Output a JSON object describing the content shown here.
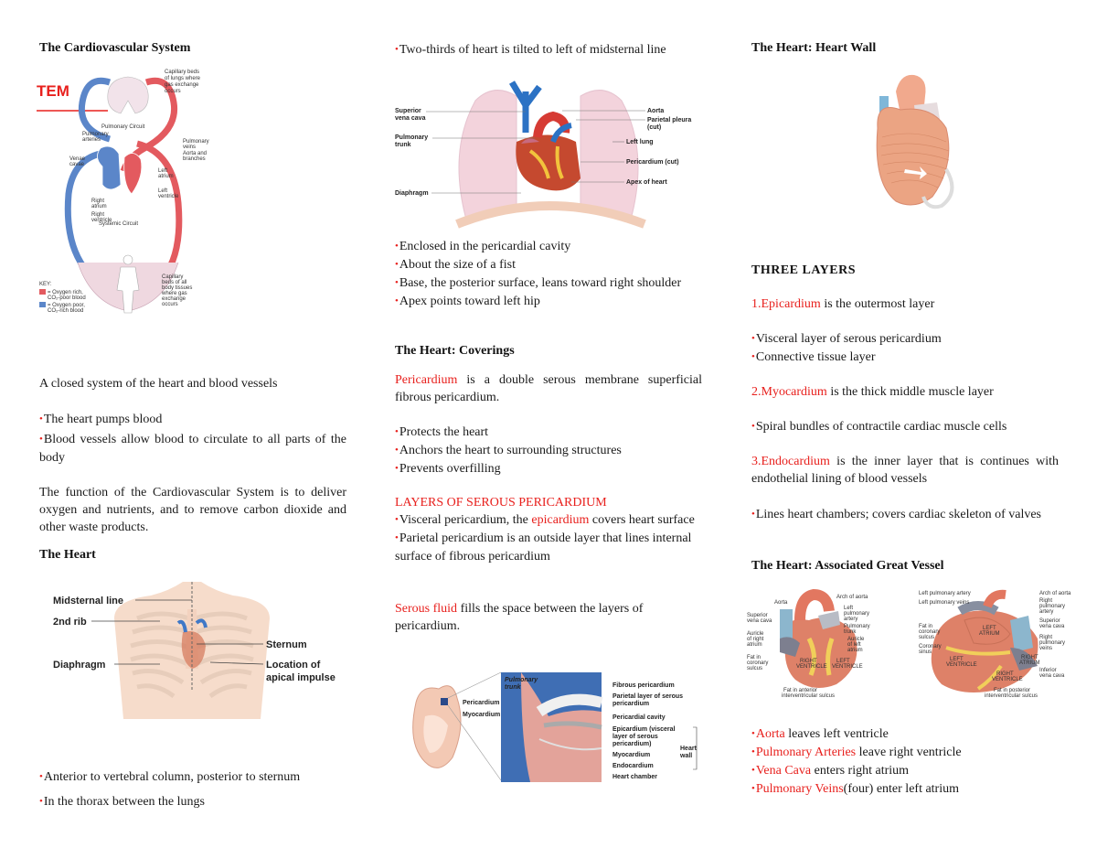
{
  "colors": {
    "accent_red": "#e8201d",
    "text": "#1a1a1a",
    "oxygen_rich": "#e35a5f",
    "oxygen_poor": "#5b86c9"
  },
  "col1": {
    "title": "The Cardiovascular System",
    "figure1": {
      "overlay_text": "TEM",
      "labels": [
        "Capillary beds of lungs where gas exchange occurs",
        "Pulmonary Circuit",
        "Pulmonary arteries",
        "Pulmonary veins",
        "Aorta and branches",
        "Venae cavae",
        "Left atrium",
        "Left ventricle",
        "Right atrium",
        "Right ventricle",
        "Systemic Circuit",
        "Capillary beds of all body tissues where gas exchange occurs"
      ],
      "key_title": "KEY:",
      "key_items": [
        "= Oxygen rich, CO₂-poor blood",
        "= Oxygen poor, CO₂-rich blood"
      ]
    },
    "intro": "A closed system of the heart and blood vessels",
    "bullets1": [
      "The heart pumps blood",
      "Blood vessels allow blood to circulate to all parts of the body"
    ],
    "function_para": "The function of the Cardiovascular System is to deliver oxygen and nutrients, and to remove carbon dioxide and other waste products.",
    "heart_title": "The Heart",
    "figure2": {
      "labels": [
        "Midsternal line",
        "2nd rib",
        "Sternum",
        "Diaphragm",
        "Location of",
        "apical impulse"
      ]
    },
    "bullets2": [
      "Anterior to vertebral column, posterior to sternum",
      "In the thorax between the lungs"
    ]
  },
  "col2": {
    "bullet_top": "Two-thirds of heart is tilted to left of midsternal line",
    "figure3": {
      "labels_left": [
        "Superior",
        "vena cava",
        "Pulmonary",
        "trunk",
        "Diaphragm"
      ],
      "labels_right": [
        "Aorta",
        "Parietal pleura",
        "(cut)",
        "Left lung",
        "Pericardium (cut)",
        "Apex of heart"
      ]
    },
    "bullets1": [
      "Enclosed in the pericardial cavity",
      "About the size of a fist",
      "Base, the posterior surface, leans toward right shoulder",
      "Apex points toward left hip"
    ],
    "coverings_title": "The Heart: Coverings",
    "coverings_term": "Pericardium",
    "coverings_rest": " is a double serous membrane superficial fibrous pericardium.",
    "bullets2": [
      "Protects the heart",
      "Anchors the heart to surrounding structures",
      "Prevents overfilling"
    ],
    "layers_title": "LAYERS OF SEROUS PERICARDIUM",
    "layers_b1_pre": "Visceral pericardium, the ",
    "layers_b1_term": "epicardium",
    "layers_b1_post": " covers heart surface",
    "layers_b2": "Parietal pericardium is an outside layer that lines internal surface of fibrous pericardium",
    "serous_term": "Serous fluid",
    "serous_rest": " fills the space between the layers of pericardium.",
    "figure4": {
      "left_labels": [
        "Pericardium",
        "Myocardium"
      ],
      "inset_label": [
        "Pulmonary",
        "trunk"
      ],
      "right_labels": [
        "Fibrous pericardium",
        "Parietal layer of serous",
        "pericardium",
        "Pericardial cavity",
        "Epicardium (visceral",
        "layer of serous",
        "pericardium)",
        "Myocardium",
        "Endocardium",
        "Heart chamber"
      ],
      "bracket_label": [
        "Heart",
        "wall"
      ]
    }
  },
  "col3": {
    "wall_title": "The Heart: Heart Wall",
    "three_layers_title": "THREE LAYERS",
    "layer1_term": "1.Epicardium",
    "layer1_rest": " is the outermost layer",
    "layer1_bullets": [
      "Visceral layer of serous pericardium",
      "Connective tissue layer"
    ],
    "layer2_term": "2.Myocardium",
    "layer2_rest": " is the thick middle muscle layer",
    "layer2_bullets": [
      "Spiral bundles of contractile cardiac muscle cells"
    ],
    "layer3_term": "3.Endocardium",
    "layer3_rest": " is the inner layer that is continues with endothelial lining of blood vessels",
    "layer3_bullets": [
      "Lines heart chambers; covers cardiac skeleton of valves"
    ],
    "vessels_title": "The Heart: Associated Great Vessel",
    "figure6": {
      "anterior_labels": [
        "Aorta",
        "Arch of aorta",
        "Superior vena cava",
        "Left pulmonary artery",
        "Pulmonary trunk",
        "Auricle of right atrium",
        "Auricle of left atrium",
        "RIGHT ATRIUM",
        "Fat in coronary sulcus",
        "RIGHT VENTRICLE",
        "LEFT VENTRICLE",
        "Fat in anterior interventricular sulcus"
      ],
      "posterior_labels": [
        "Arch of aorta",
        "Left pulmonary artery",
        "Left pulmonary veins",
        "Right pulmonary artery",
        "Superior vena cava",
        "LEFT ATRIUM",
        "Fat in coronary sulcus",
        "Coronary sinus",
        "Right pulmonary veins",
        "LEFT VENTRICLE",
        "RIGHT ATRIUM",
        "RIGHT VENTRICLE",
        "Inferior vena cava",
        "Fat in posterior interventricular sulcus"
      ]
    },
    "vessels": [
      {
        "term": "Aorta",
        "rest": " leaves left ventricle"
      },
      {
        "term": "Pulmonary Arteries",
        "rest": " leave right ventricle"
      },
      {
        "term": "Vena Cava",
        "rest": " enters right atrium"
      },
      {
        "term": "Pulmonary Veins",
        "rest": "(four) enter left atrium"
      }
    ]
  }
}
